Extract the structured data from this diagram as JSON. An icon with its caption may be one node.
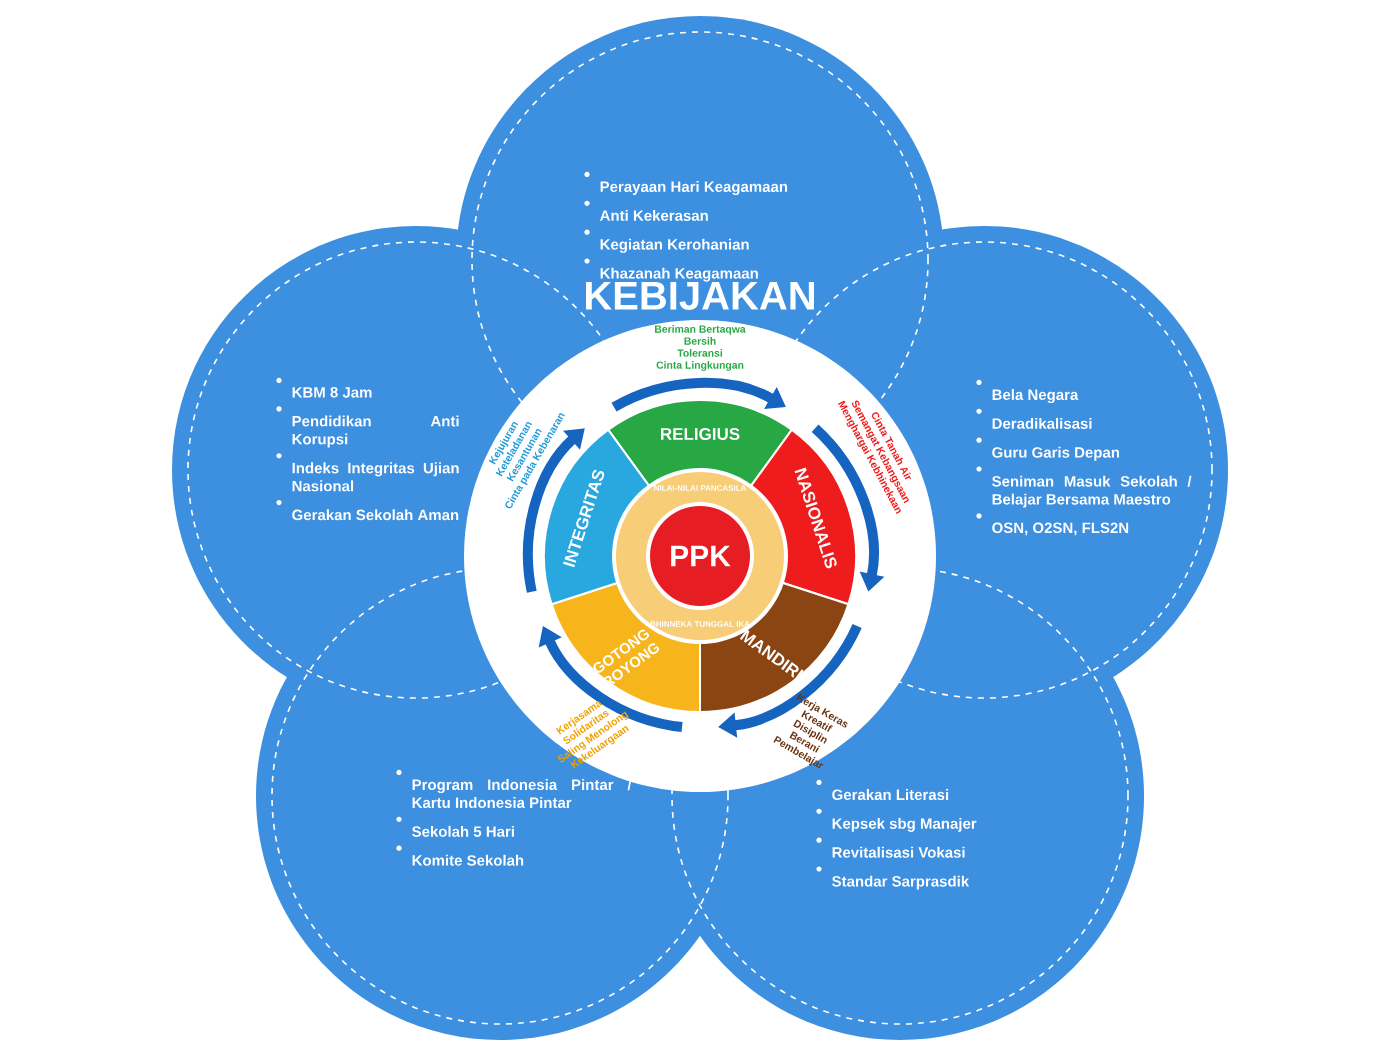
{
  "diagram": {
    "nodes": [
      {
        "text": [
          "Perayaan Hari Keagamaan",
          "Anti Kekerasan",
          "Kegiatan Kerohanian",
          "Khazanah Keagamaan"
        ]
      },
      {
        "text": [
          "KBM 8 Jam",
          "Pendidikan Anti Korupsi",
          "Indeks Integritas Ujian Nasional",
          "Gerakan Sekolah Aman"
        ]
      },
      {
        "text": [
          "Bela Negara",
          "Deradikalisasi",
          "Guru Garis Depan",
          "Seniman Masuk Sekolah / Belajar Bersama Maestro",
          "OSN, O2SN, FLS2N"
        ]
      },
      {
        "text": [
          "Program Indonesia Pintar / Kartu Indonesia Pintar",
          "Sekolah 5 Hari",
          "Komite Sekolah"
        ]
      },
      {
        "text": [
          "Gerakan Literasi",
          "Kepsek sbg Manajer",
          "Revitalisasi Vokasi",
          "Standar Sarprasdik"
        ]
      },
      {
        "text": [
          "KEBIJAKAN"
        ]
      },
      {
        "text": [
          "RELIGIUS"
        ],
        "in": 5,
        "beside": [
          "Beriman Bertaqwa",
          "Bersih",
          "Toleransi",
          "Cinta Lingkungan"
        ]
      },
      {
        "text": [
          "NASIONALIS"
        ],
        "in": 5,
        "beside": [
          "Cinta Tanah Air",
          "Semangat Kebangsaan",
          "Menghargai Kebhinekaan"
        ]
      },
      {
        "text": [
          "MANDIRI"
        ],
        "in": 5,
        "beside": [
          "Kerja Keras",
          "Kreatif",
          "Disiplin",
          "Berani",
          "Pembelajar"
        ]
      },
      {
        "text": [
          "GOTONG ROYONG"
        ],
        "in": 5,
        "beside": [
          "Kerjasama",
          "Solidaritas",
          "Saling Menolong",
          "Kekeluargaan"
        ]
      },
      {
        "text": [
          "INTEGRITAS"
        ],
        "in": 5,
        "beside": [
          "Kejujuran",
          "Keteladanan",
          "Kesantunan",
          "Cinta pada Kebenaran"
        ]
      },
      {
        "text": [
          "NILAI-NILAI PANCASILA",
          "PPK",
          "BHINNEKA TUNGGAL IKA"
        ],
        "in": 5
      }
    ]
  }
}
